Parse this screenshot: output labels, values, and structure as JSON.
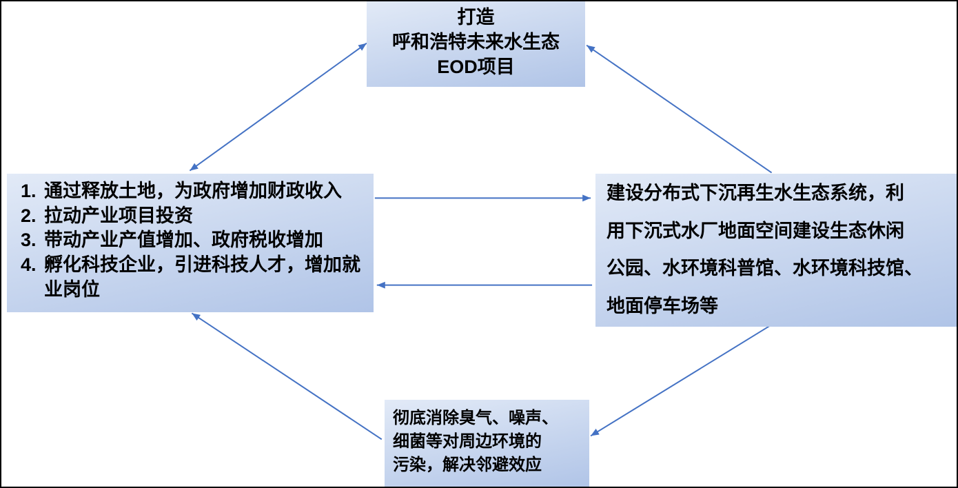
{
  "colors": {
    "arrow": "#4472c4",
    "box_gradient_top": "#e2eaf7",
    "box_gradient_bottom": "#b0c4e7",
    "text": "#000000",
    "frame": "#000000"
  },
  "top_box": {
    "lines": [
      "打造",
      "呼和浩特未来水生态",
      "EOD项目"
    ]
  },
  "left_box": {
    "items": [
      "通过释放土地，为政府增加财政收入",
      "拉动产业项目投资",
      "带动产业产值增加、政府税收增加",
      "孵化科技企业，引进科技人才，增加就业岗位"
    ]
  },
  "right_box": {
    "lines": [
      "建设分布式下沉再生水生态系统，利",
      "用下沉式水厂地面空间建设生态休闲",
      "公园、水环境科普馆、水环境科技馆、",
      "地面停车场等"
    ]
  },
  "bottom_box": {
    "lines": [
      "彻底消除臭气、噪声、",
      "细菌等对周边环境的",
      "污染，解决邻避效应"
    ]
  }
}
